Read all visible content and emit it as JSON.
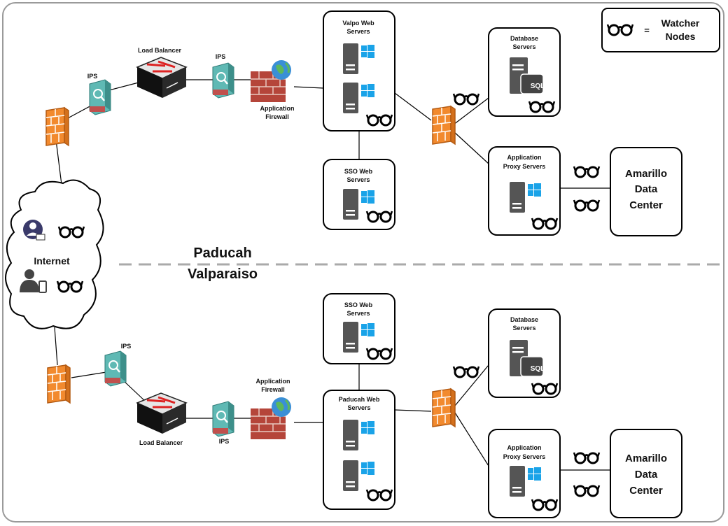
{
  "legend": {
    "symbol": "=",
    "label_line1": "Watcher",
    "label_line2": "Nodes"
  },
  "internet": {
    "label": "Internet"
  },
  "divider": {
    "top_site": "Paducah",
    "bottom_site": "Valparaiso"
  },
  "top": {
    "ips1": "IPS",
    "load_balancer": "Load Balancer",
    "ips2": "IPS",
    "app_firewall_line1": "Application",
    "app_firewall_line2": "Firewall",
    "web_servers_line1": "Valpo Web",
    "web_servers_line2": "Servers",
    "sso_line1": "SSO Web",
    "sso_line2": "Servers",
    "db_line1": "Database",
    "db_line2": "Servers",
    "db_badge": "SQL",
    "proxy_line1": "Application",
    "proxy_line2": "Proxy Servers",
    "dc_line1": "Amarillo",
    "dc_line2": "Data",
    "dc_line3": "Center"
  },
  "bottom": {
    "ips1": "IPS",
    "load_balancer": "Load Balancer",
    "ips2": "IPS",
    "app_firewall_line1": "Application",
    "app_firewall_line2": "Firewall",
    "web_servers_line1": "Paducah Web",
    "web_servers_line2": "Servers",
    "sso_line1": "SSO Web",
    "sso_line2": "Servers",
    "db_line1": "Database",
    "db_line2": "Servers",
    "db_badge": "SQL",
    "proxy_line1": "Application",
    "proxy_line2": "Proxy Servers",
    "dc_line1": "Amarillo",
    "dc_line2": "Data",
    "dc_line3": "Center"
  },
  "colors": {
    "windows_blue": "#1aa3e8",
    "server_gray": "#555555",
    "firewall_orange": "#f28a2e",
    "ips_teal": "#5fb9b4",
    "brick": "#b5453a",
    "divider_gray": "#aaaaaa"
  }
}
